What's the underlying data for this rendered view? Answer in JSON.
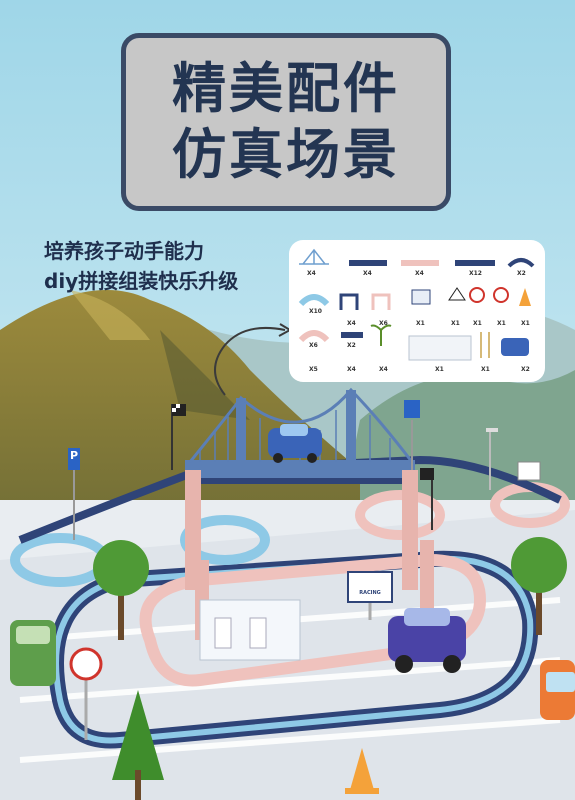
{
  "title": {
    "line1": "精美配件",
    "line2": "仿真场景"
  },
  "subtitle": {
    "line1": "培养孩子动手能力",
    "line2": "diy拼接组装快乐升级"
  },
  "parts": {
    "row1": [
      "X4",
      "X4",
      "X4",
      "X12",
      "X2"
    ],
    "row2": [
      "X10",
      "X4",
      "X6",
      "X1",
      "X1",
      "X1",
      "X1",
      "X1"
    ],
    "row3": [
      "X6",
      "X2"
    ],
    "row4": [
      "X5",
      "X4",
      "X4",
      "X1",
      "X1",
      "X2"
    ]
  },
  "signs": {
    "parking": "P",
    "station": "RACING"
  },
  "colors": {
    "sky": "#bfe3ee",
    "title_card": "#c7c7c7",
    "title_border": "#3a4a66",
    "title_text": "#233552",
    "track_blue": "#2f4478",
    "track_pink": "#efc2bd",
    "track_light_blue": "#8ec9e6"
  }
}
